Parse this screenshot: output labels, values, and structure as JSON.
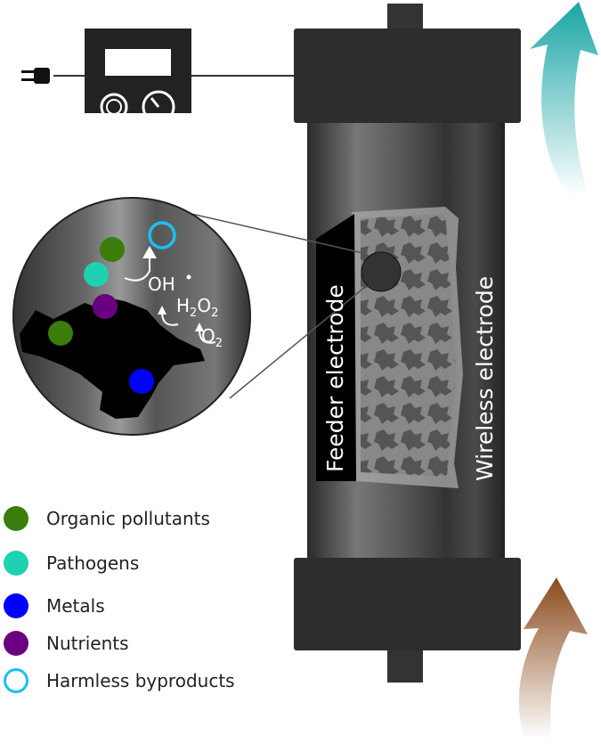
{
  "labels": {
    "feeder": "Feeder electrode",
    "wireless": "Wireless electrode",
    "oh": "OH",
    "h2o2_h": "H",
    "h2o2_2a": "2",
    "h2o2_o": "O",
    "h2o2_2b": "2",
    "o2_o": "O",
    "o2_2": "2"
  },
  "legend": [
    {
      "label": "Organic pollutants",
      "color": "#3a7d0a",
      "style": "filled"
    },
    {
      "label": "Pathogens",
      "color": "#1fd1b0",
      "style": "filled"
    },
    {
      "label": "Metals",
      "color": "#0000ff",
      "style": "filled"
    },
    {
      "label": "Nutrients",
      "color": "#6a0080",
      "style": "filled"
    },
    {
      "label": "Harmless byproducts",
      "color": "#19c0f0",
      "style": "ring"
    }
  ],
  "colors": {
    "outflow": "#1aa5a5",
    "inflow": "#8b4a1c"
  }
}
